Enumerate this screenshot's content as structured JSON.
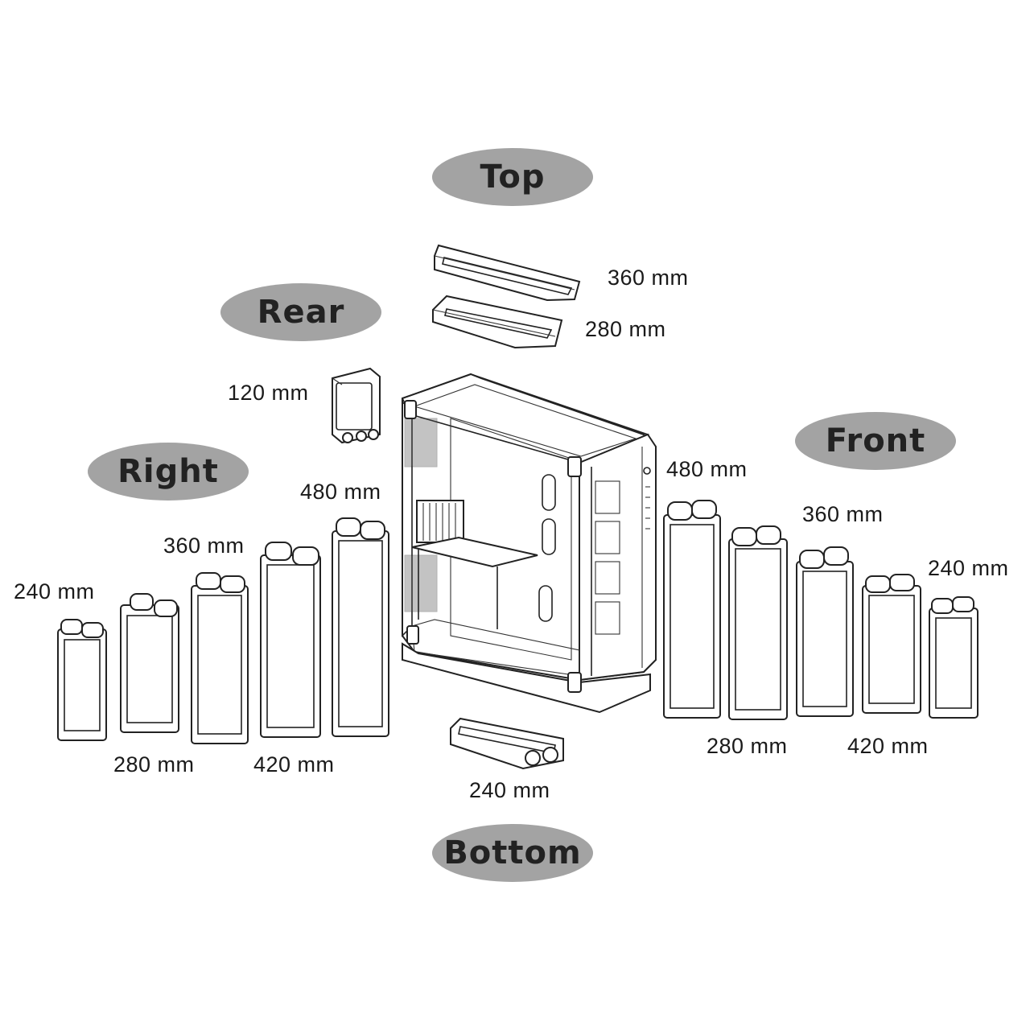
{
  "groups": {
    "top": "Top",
    "rear": "Rear",
    "right": "Right",
    "front": "Front",
    "bottom": "Bottom"
  },
  "sizes": {
    "top_360": "360 mm",
    "top_280": "280 mm",
    "rear_120": "120 mm",
    "right_240": "240 mm",
    "right_280": "280 mm",
    "right_360": "360 mm",
    "right_420": "420 mm",
    "right_480": "480 mm",
    "front_480": "480 mm",
    "front_360": "360 mm",
    "front_240": "240 mm",
    "front_280": "280 mm",
    "front_420": "420 mm",
    "bottom_240": "240 mm"
  }
}
